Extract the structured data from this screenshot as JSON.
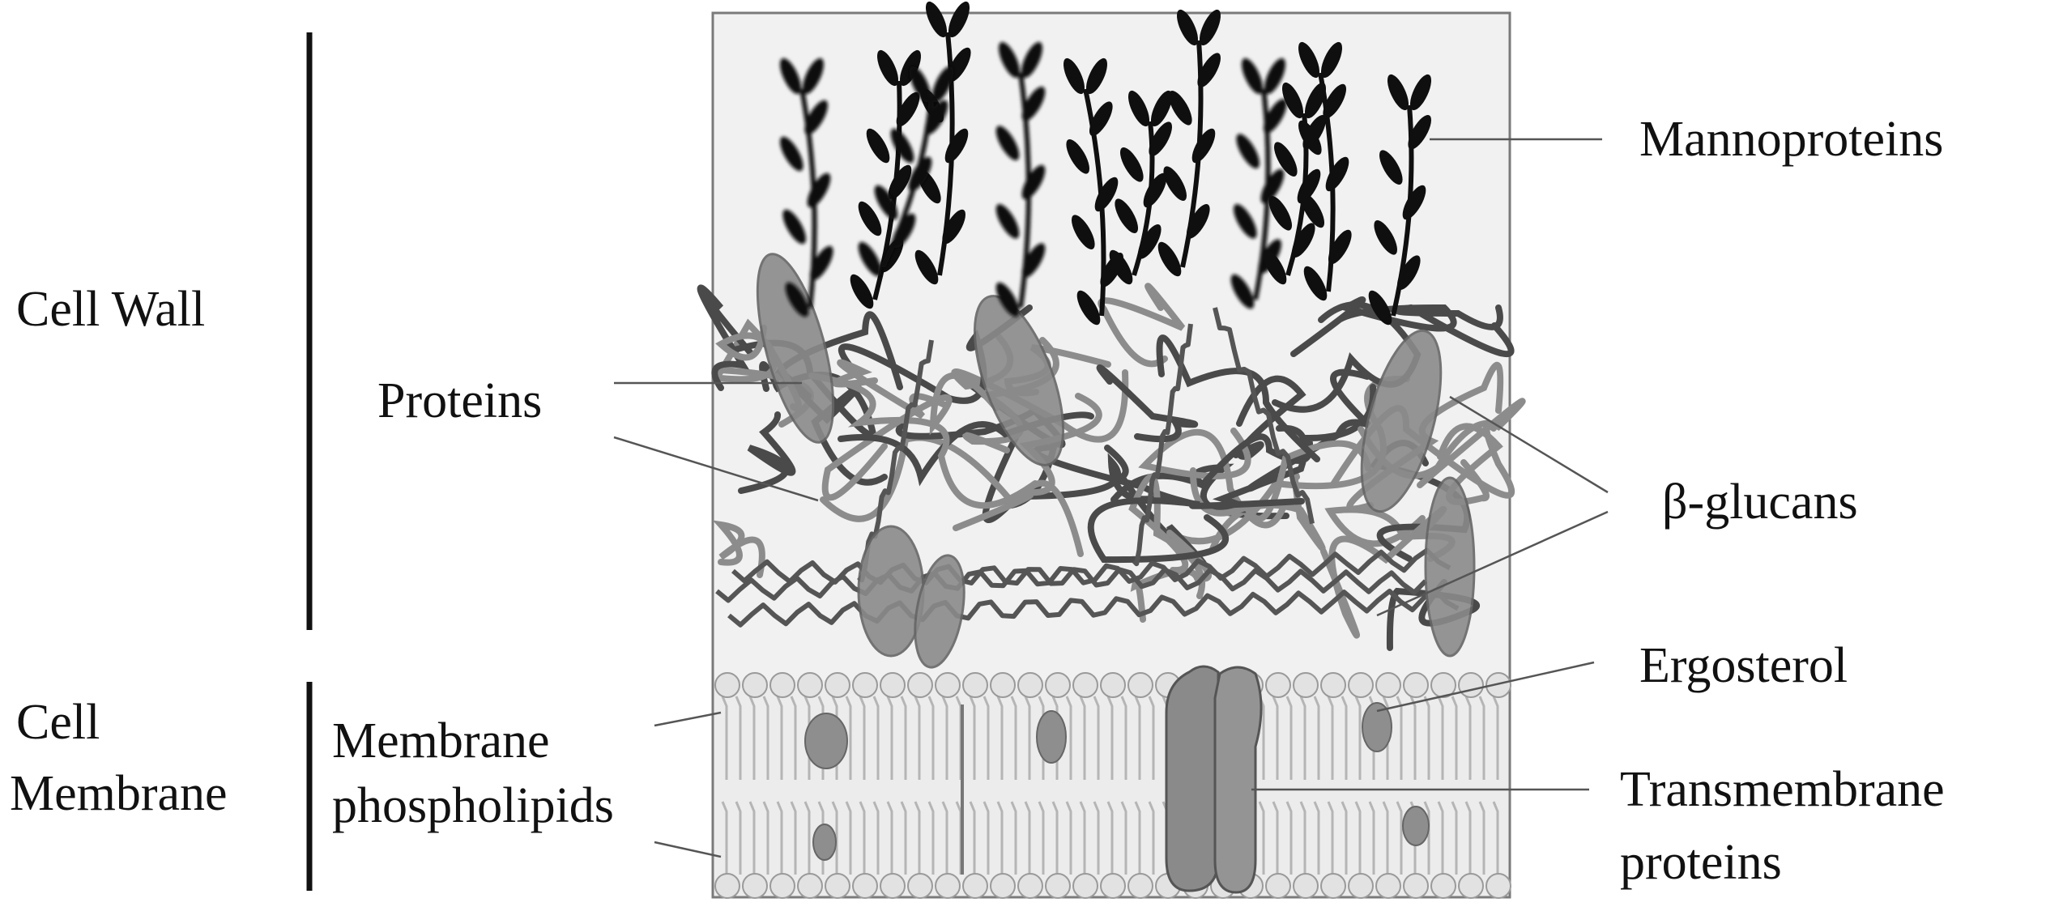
{
  "labels": {
    "cell_wall": "Cell Wall",
    "cell_membrane_1": "Cell",
    "cell_membrane_2": "Membrane",
    "mannoproteins": "Mannoproteins",
    "proteins": "Proteins",
    "beta_glucans": "β-glucans",
    "ergosterol": "Ergosterol",
    "membrane_phospholipids_1": "Membrane",
    "membrane_phospholipids_2": "phospholipids",
    "transmembrane_proteins_1": "Transmembrane",
    "transmembrane_proteins_2": "proteins"
  },
  "colors": {
    "panel_bg": "#f1f1f1",
    "panel_border": "#7a7a7a",
    "mannoprotein": "#0f0f0f",
    "protein_fill": "#8a8a8a",
    "glucan_dark": "#4a4a4a",
    "glucan_light": "#8c8c8c",
    "lipid_head": "#e2e2e2",
    "lipid_head_stroke": "#9a9a9a",
    "leader_line": "#555555",
    "bracket": "#111111"
  }
}
